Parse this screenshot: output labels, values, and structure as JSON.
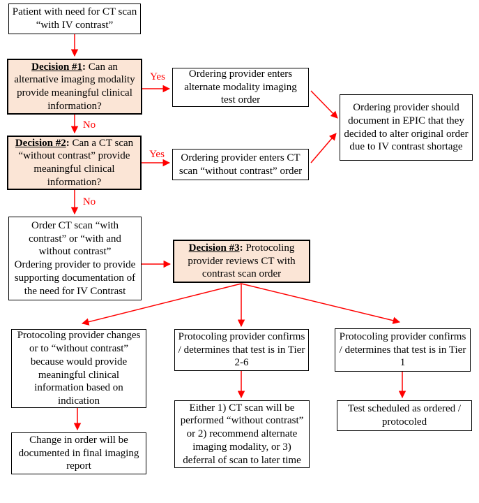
{
  "colors": {
    "arrow_red": "#FF0000",
    "decision_fill": "#FBE5D6",
    "box_border": "#000000"
  },
  "labels": {
    "yes1": "Yes",
    "no1": "No",
    "yes2": "Yes",
    "no2": "No"
  },
  "nodes": {
    "patient": {
      "text": "Patient with need for CT scan “with IV contrast”"
    },
    "decision1": {
      "title": "Decision #1",
      "colon": ":",
      "body": " Can an alternative imaging modality provide meaningful clinical information?"
    },
    "alt_modality": {
      "text": "Ordering provider enters alternate modality imaging test order"
    },
    "epic": {
      "text": "Ordering provider should document in EPIC that they decided to alter original order due to IV contrast shortage"
    },
    "decision2": {
      "title": "Decision #2",
      "colon": ":",
      "body": " Can a CT scan “without contrast” provide meaningful clinical information?"
    },
    "ct_without": {
      "text": "Ordering provider enters CT scan “without contrast” order"
    },
    "order_ct": {
      "line1": "Order CT scan “with contrast” or “with and without contrast”",
      "line2": "Ordering provider to provide supporting documentation of the need for IV Contrast"
    },
    "decision3": {
      "title": "Decision #3",
      "colon": ":",
      "body": " Protocoling provider reviews CT with contrast scan order"
    },
    "protocoling_changes": {
      "text": "Protocoling provider changes or to “without contrast” because would provide meaningful clinical information based on indication"
    },
    "tier26": {
      "text": "Protocoling provider confirms / determines that test is in Tier 2-6"
    },
    "tier1": {
      "text": "Protocoling provider confirms / determines that test is in Tier 1"
    },
    "change_order": {
      "text": "Change in order will be documented in final imaging report"
    },
    "either": {
      "text": "Either 1) CT scan will be performed “without contrast” or 2) recommend alternate imaging modality, or 3) deferral of scan to later time"
    },
    "test_scheduled": {
      "text": "Test scheduled as ordered / protocoled"
    }
  }
}
